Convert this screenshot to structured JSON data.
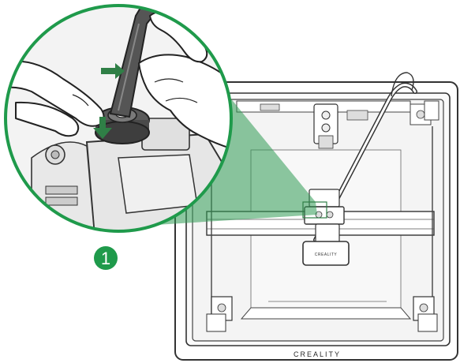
{
  "step": {
    "number": "1"
  },
  "printer": {
    "brand": "CREALITY",
    "carriage_label": "CREALITY"
  },
  "colors": {
    "accent": "#1f9a4b",
    "arrow": "#2f7f46",
    "zoom_fill": "#2f9a53",
    "line": "#333333",
    "inner_fill": "#f2f2f2"
  },
  "icons": {
    "step_badge": "circle-number",
    "callout_arrows": "arrow-right, arrow-down"
  }
}
